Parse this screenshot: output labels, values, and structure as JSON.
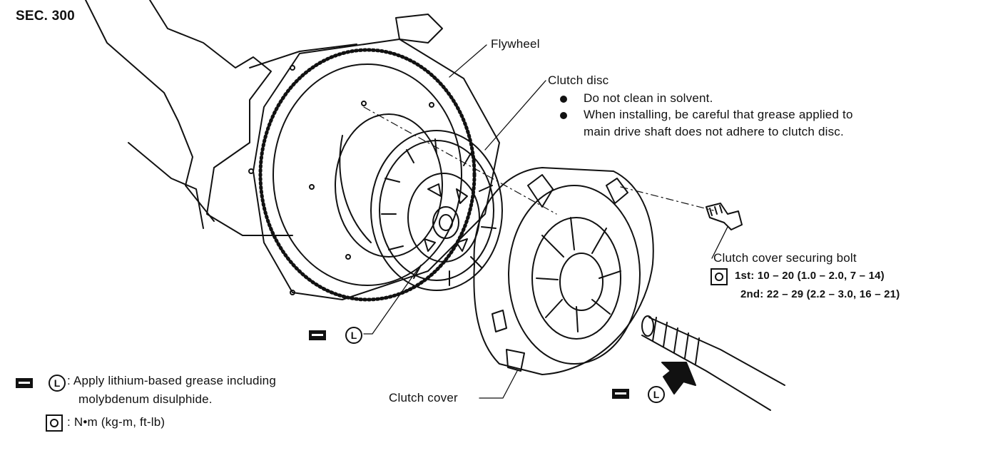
{
  "section_label": "SEC. 300",
  "labels": {
    "flywheel": "Flywheel",
    "clutch_disc": "Clutch disc",
    "clutch_cover": "Clutch cover",
    "bolt": "Clutch cover securing bolt"
  },
  "clutch_disc_notes": [
    "Do not clean in solvent.",
    "When installing, be careful that grease applied to",
    "main drive shaft does not adhere to clutch disc."
  ],
  "torque": {
    "first": "1st: 10 – 20 (1.0 – 2.0, 7 – 14)",
    "second": "2nd: 22 – 29 (2.2 – 3.0, 16 – 21)"
  },
  "legend": {
    "grease_symbol": "L",
    "grease_line1": ": Apply lithium-based grease including",
    "grease_line2": "molybdenum disulphide.",
    "torque_unit": ": N•m (kg-m, ft-lb)"
  },
  "icons": [
    "grease-icon",
    "lithium-grease-icon",
    "torque-wrench-icon",
    "bullet-icon"
  ]
}
